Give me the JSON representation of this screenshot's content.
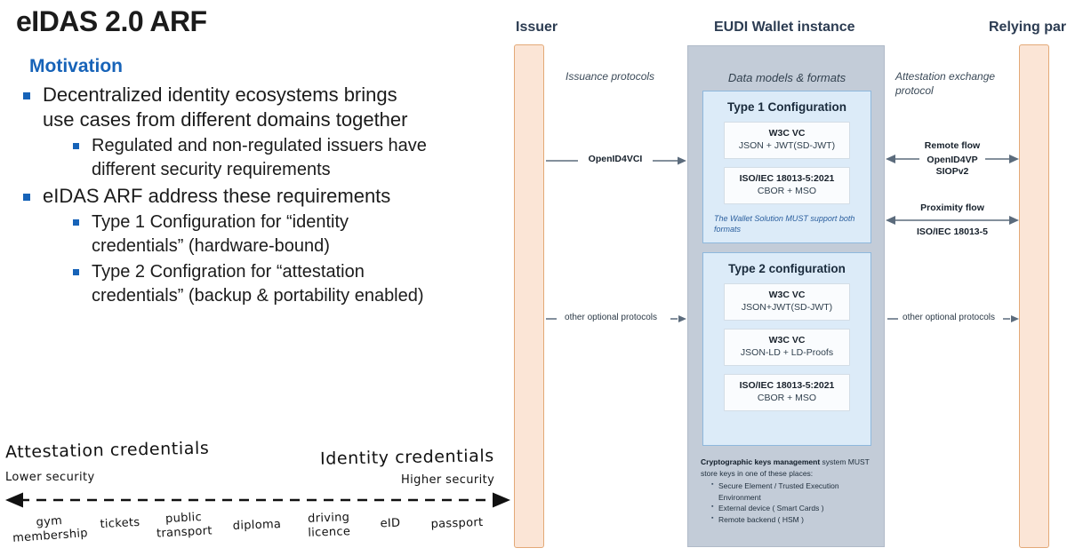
{
  "slide": {
    "title": "eIDAS 2.0 ARF",
    "section_heading": "Motivation",
    "accent_color": "#1763b8"
  },
  "bullets": [
    {
      "level": 1,
      "text": "Decentralized identity ecosystems brings use cases from different domains together"
    },
    {
      "level": 2,
      "text": "Regulated and non-regulated issuers have different security requirements"
    },
    {
      "level": 1,
      "text": "eIDAS ARF address these requirements"
    },
    {
      "level": 2,
      "text": "Type 1 Configuration for “identity credentials” (hardware-bound)"
    },
    {
      "level": 2,
      "text": "Type 2 Configration for “attestation credentials” (backup & portability enabled)"
    }
  ],
  "spectrum": {
    "left_title": "Attestation credentials",
    "right_title": "Identity credentials",
    "left_subtitle": "Lower security",
    "right_subtitle": "Higher security",
    "credentials": [
      "gym\nmembership",
      "tickets",
      "public\ntransport",
      "diploma",
      "driving\nlicence",
      "eID",
      "passport"
    ]
  },
  "diagram": {
    "columns": {
      "issuer": "Issuer",
      "wallet": "EUDI Wallet instance",
      "relying_party": "Relying par"
    },
    "captions": {
      "issuance": "Issuance protocols",
      "exchange": "Attestation exchange\nprotocol",
      "wallet_inner": "Data models & formats"
    },
    "arrows": {
      "openid4vci": "OpenID4VCI",
      "other_optional_left": "other optional protocols",
      "other_optional_right": "other optional protocols",
      "remote_flow": [
        "Remote flow",
        "OpenID4VP",
        "SIOPv2"
      ],
      "proximity_flow": [
        "Proximity flow",
        "ISO/IEC 18013-5"
      ]
    },
    "type1": {
      "title": "Type 1 Configuration",
      "formats": [
        {
          "name": "W3C VC",
          "detail": "JSON + JWT(SD-JWT)"
        },
        {
          "name": "ISO/IEC 18013-5:2021",
          "detail": "CBOR + MSO"
        }
      ],
      "note": "The Wallet Solution MUST support both formats"
    },
    "type2": {
      "title": "Type 2 configuration",
      "formats": [
        {
          "name": "W3C VC",
          "detail": "JSON+JWT(SD-JWT)"
        },
        {
          "name": "W3C VC",
          "detail": "JSON-LD + LD-Proofs"
        },
        {
          "name": "ISO/IEC 18013-5:2021",
          "detail": "CBOR + MSO"
        }
      ]
    },
    "keys_note": {
      "lead_bold": "Cryptographic keys management",
      "lead_rest": " system MUST store keys in one of these places:",
      "items": [
        "Secure Element / Trusted Execution Environment",
        "External device ( Smart Cards )",
        "Remote backend ( HSM )"
      ]
    },
    "colors": {
      "actor_fill": "#fbe5d6",
      "actor_border": "#e3a977",
      "wallet_fill": "#c3ccd8",
      "config_fill": "#dcebf8",
      "config_border": "#8eb8dd"
    }
  }
}
